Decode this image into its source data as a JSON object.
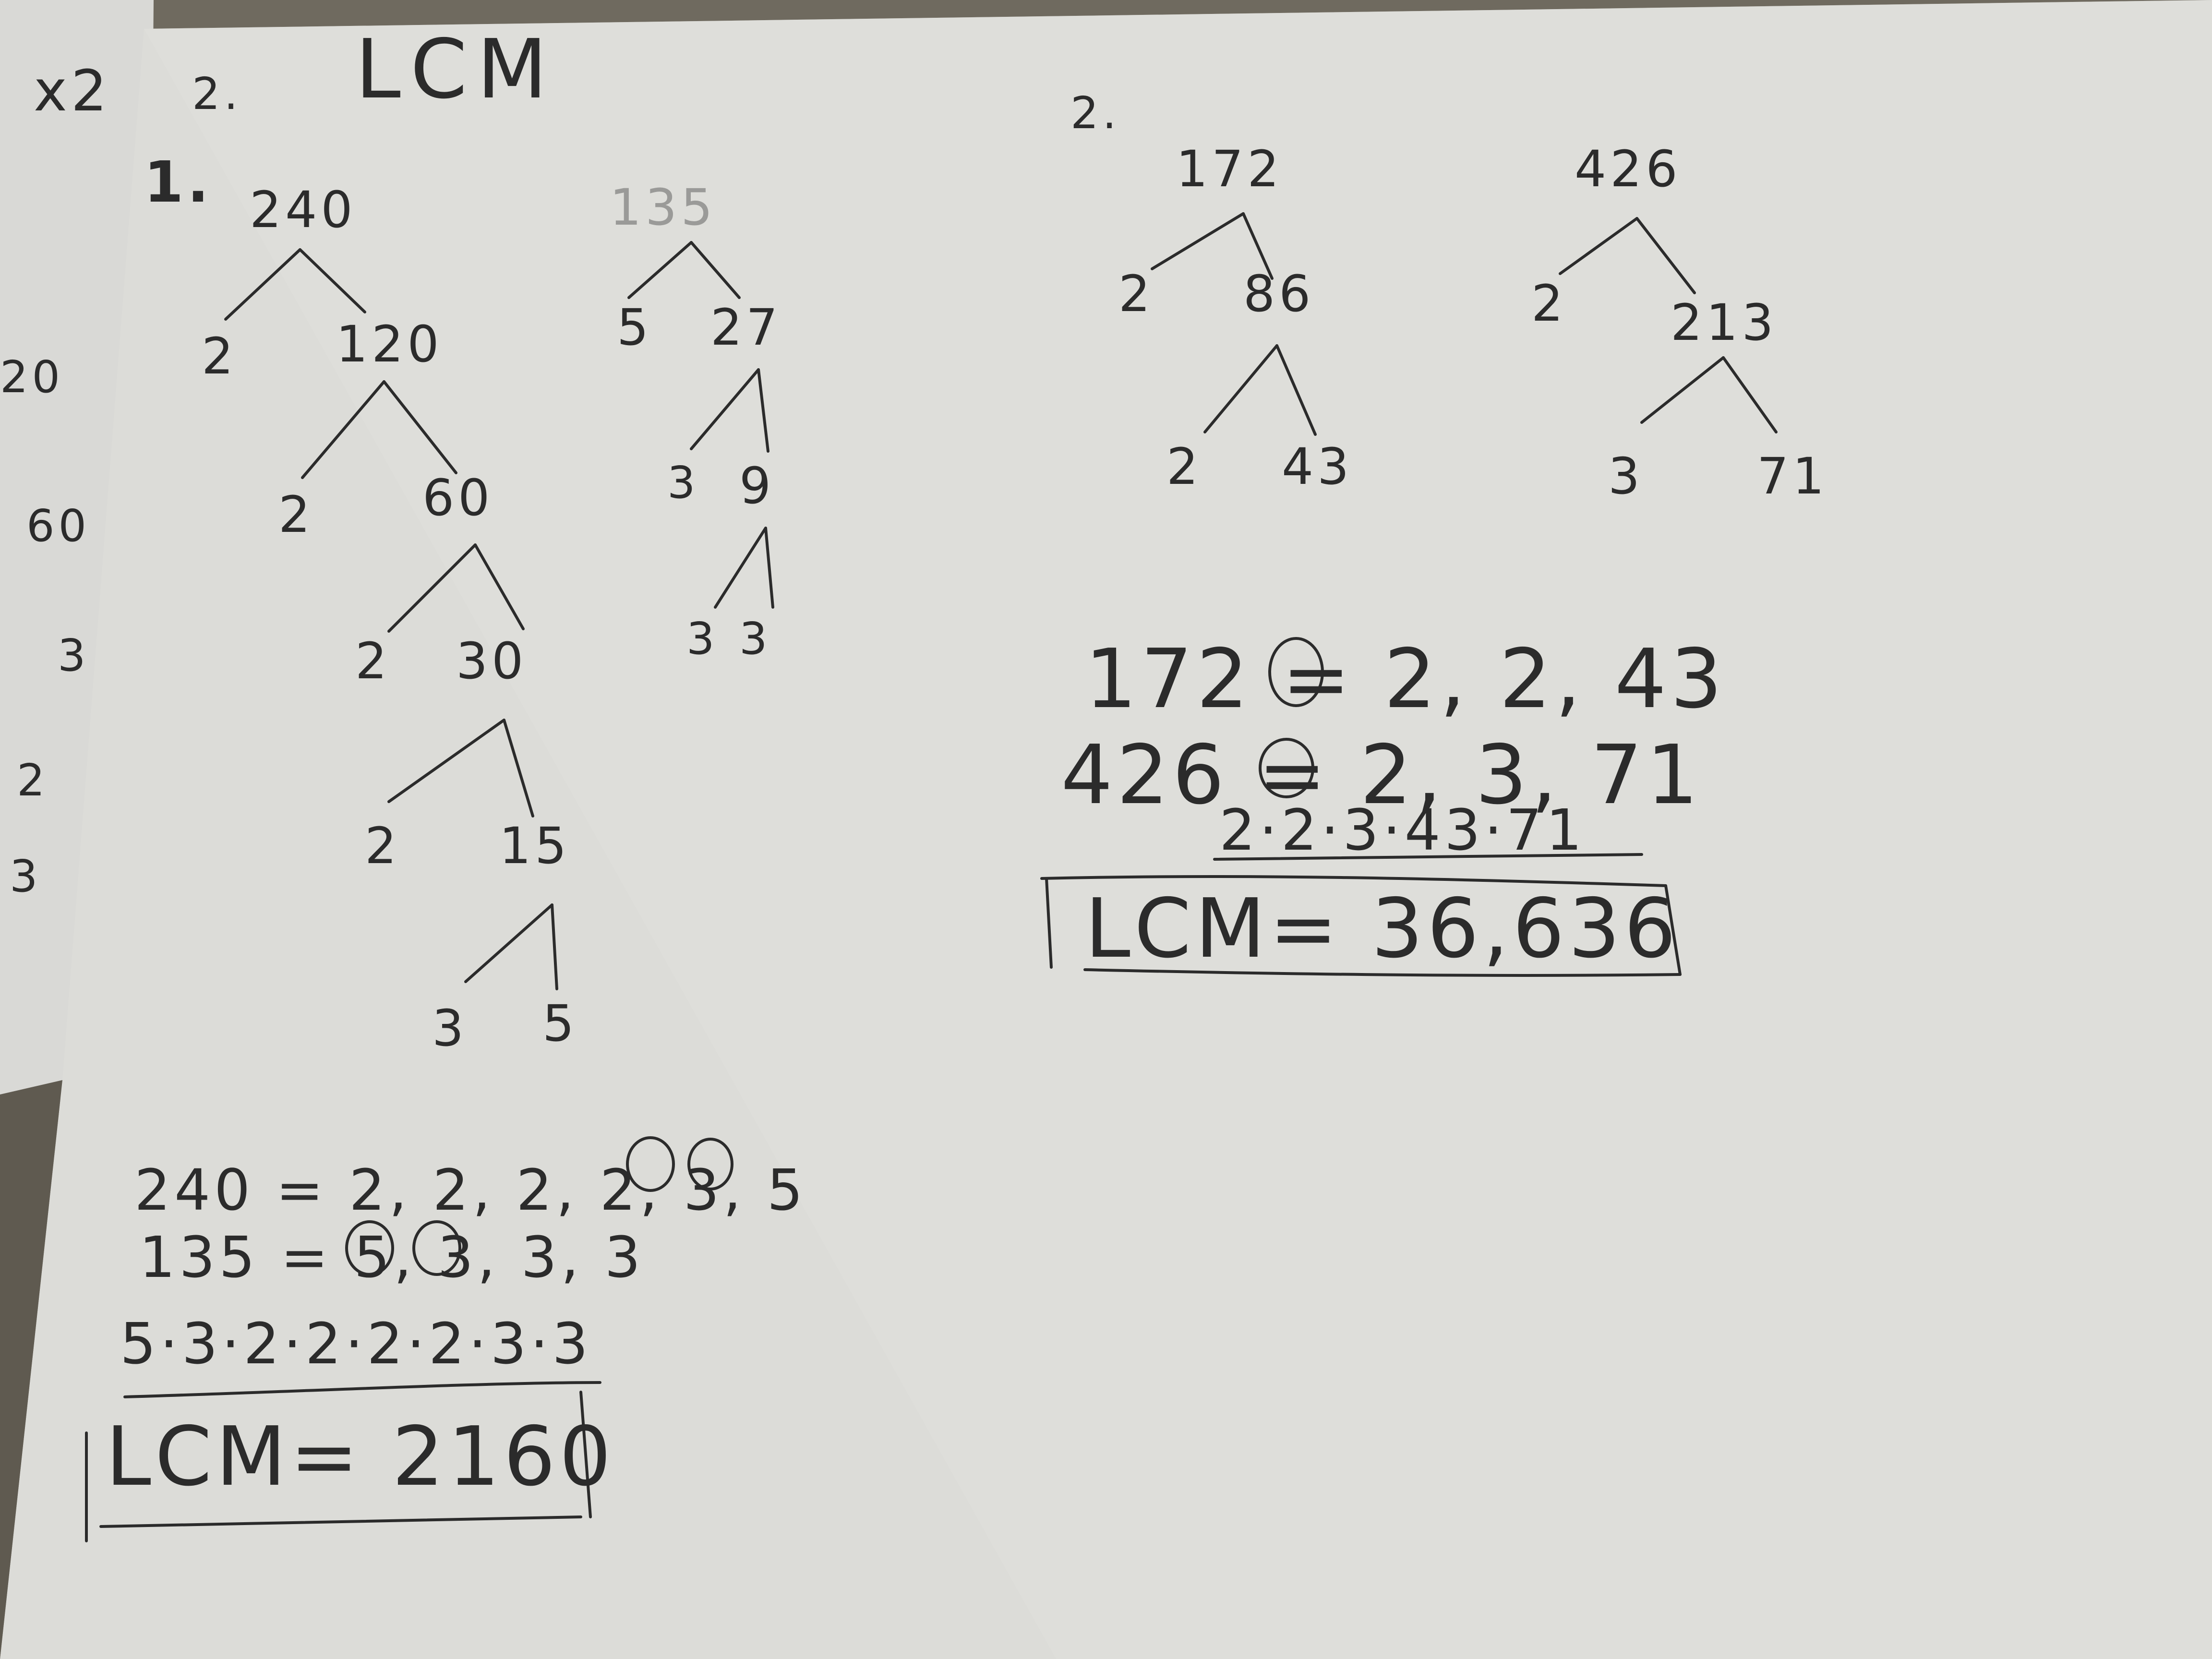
{
  "left_sheet": {
    "fragments": [
      "x2",
      "20",
      "60",
      "3",
      "2",
      "3"
    ]
  },
  "page": {
    "heading_number": "2.",
    "heading": "LCM"
  },
  "problem1": {
    "number": "1.",
    "tree_240": {
      "root": "240",
      "nodes": [
        "2",
        "120",
        "2",
        "60",
        "2",
        "30",
        "2",
        "15",
        "3",
        "5"
      ]
    },
    "tree_135": {
      "root": "135",
      "nodes": [
        "5",
        "27",
        "3",
        "9",
        "3",
        "3"
      ]
    },
    "factor_lines": [
      "240 = 2, 2, 2, 2, 3, 5",
      "135 = 5, 3, 3, 3"
    ],
    "product": "5·3·2·2·2·2·3·3",
    "answer": "LCM= 2160"
  },
  "problem2": {
    "number": "2.",
    "tree_172": {
      "root": "172",
      "nodes": [
        "2",
        "86",
        "2",
        "43"
      ]
    },
    "tree_426": {
      "root": "426",
      "nodes": [
        "2",
        "213",
        "3",
        "71"
      ]
    },
    "factor_lines": [
      "172 = 2, 2, 43",
      "426 = 2, 3, 71"
    ],
    "product": "2·2·3·43·71",
    "answer": "LCM= 36,636"
  }
}
